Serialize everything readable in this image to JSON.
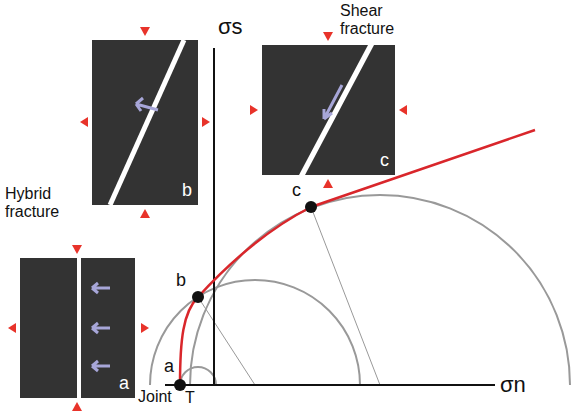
{
  "diagram": {
    "nodes": [
      {
        "text": [
          "Hybrid fracture",
          "b"
        ]
      },
      {
        "text": [
          "Shear fracture",
          "c"
        ]
      },
      {
        "text": [
          "a",
          "Joint"
        ]
      }
    ],
    "labels": [
      "σs",
      "c",
      "b",
      "a",
      "T",
      "σn"
    ]
  }
}
